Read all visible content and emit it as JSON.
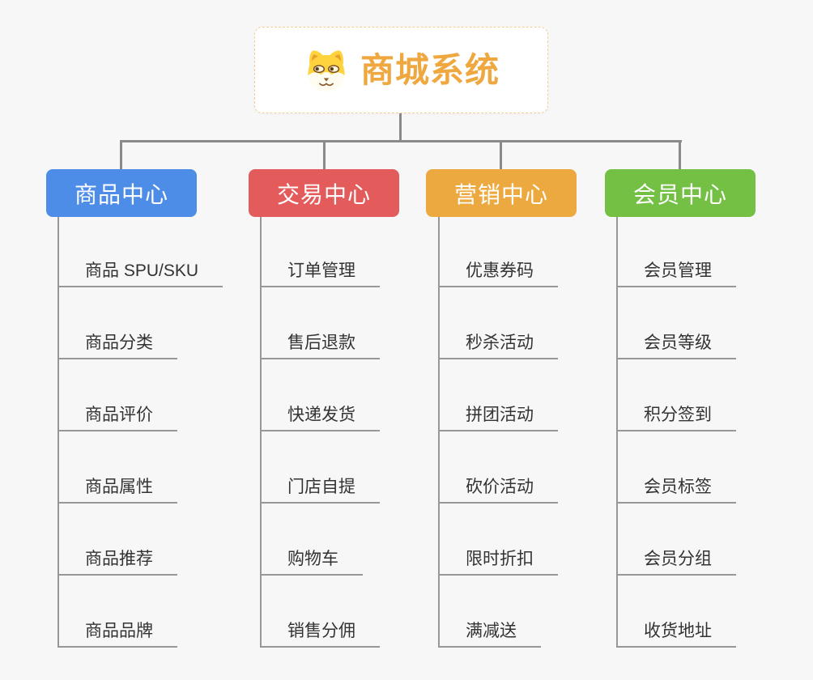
{
  "root": {
    "title": "商城系统",
    "icon": "shiba-dog-icon",
    "accent_color": "#EFA740",
    "border_color": "#F3CF96"
  },
  "connector_color": "#8A8A8A",
  "underline_color": "#979797",
  "branches": [
    {
      "label": "商品中心",
      "color": "#4D8DE8",
      "children": [
        "商品 SPU/SKU",
        "商品分类",
        "商品评价",
        "商品属性",
        "商品推荐",
        "商品品牌"
      ]
    },
    {
      "label": "交易中心",
      "color": "#E45B5B",
      "children": [
        "订单管理",
        "售后退款",
        "快递发货",
        "门店自提",
        "购物车",
        "销售分佣"
      ]
    },
    {
      "label": "营销中心",
      "color": "#ECA93F",
      "children": [
        "优惠券码",
        "秒杀活动",
        "拼团活动",
        "砍价活动",
        "限时折扣",
        "满减送"
      ]
    },
    {
      "label": "会员中心",
      "color": "#74C044",
      "children": [
        "会员管理",
        "会员等级",
        "积分签到",
        "会员标签",
        "会员分组",
        "收货地址"
      ]
    }
  ]
}
